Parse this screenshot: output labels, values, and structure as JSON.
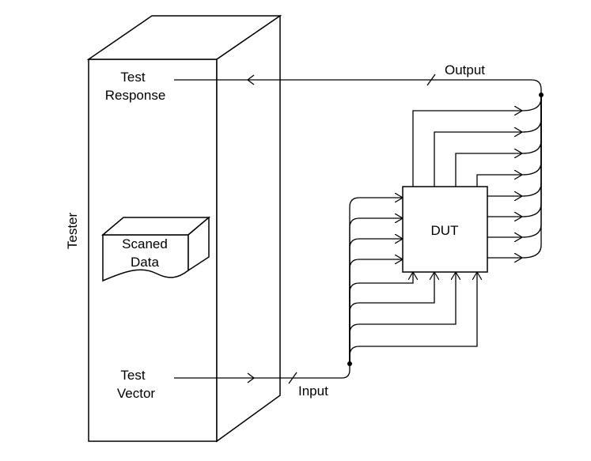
{
  "labels": {
    "tester": "Tester",
    "test_response_line1": "Test",
    "test_response_line2": "Response",
    "scanned_data_line1": "Scaned",
    "scanned_data_line2": "Data",
    "test_vector_line1": "Test",
    "test_vector_line2": "Vector",
    "dut": "DUT",
    "output": "Output",
    "input": "Input"
  }
}
